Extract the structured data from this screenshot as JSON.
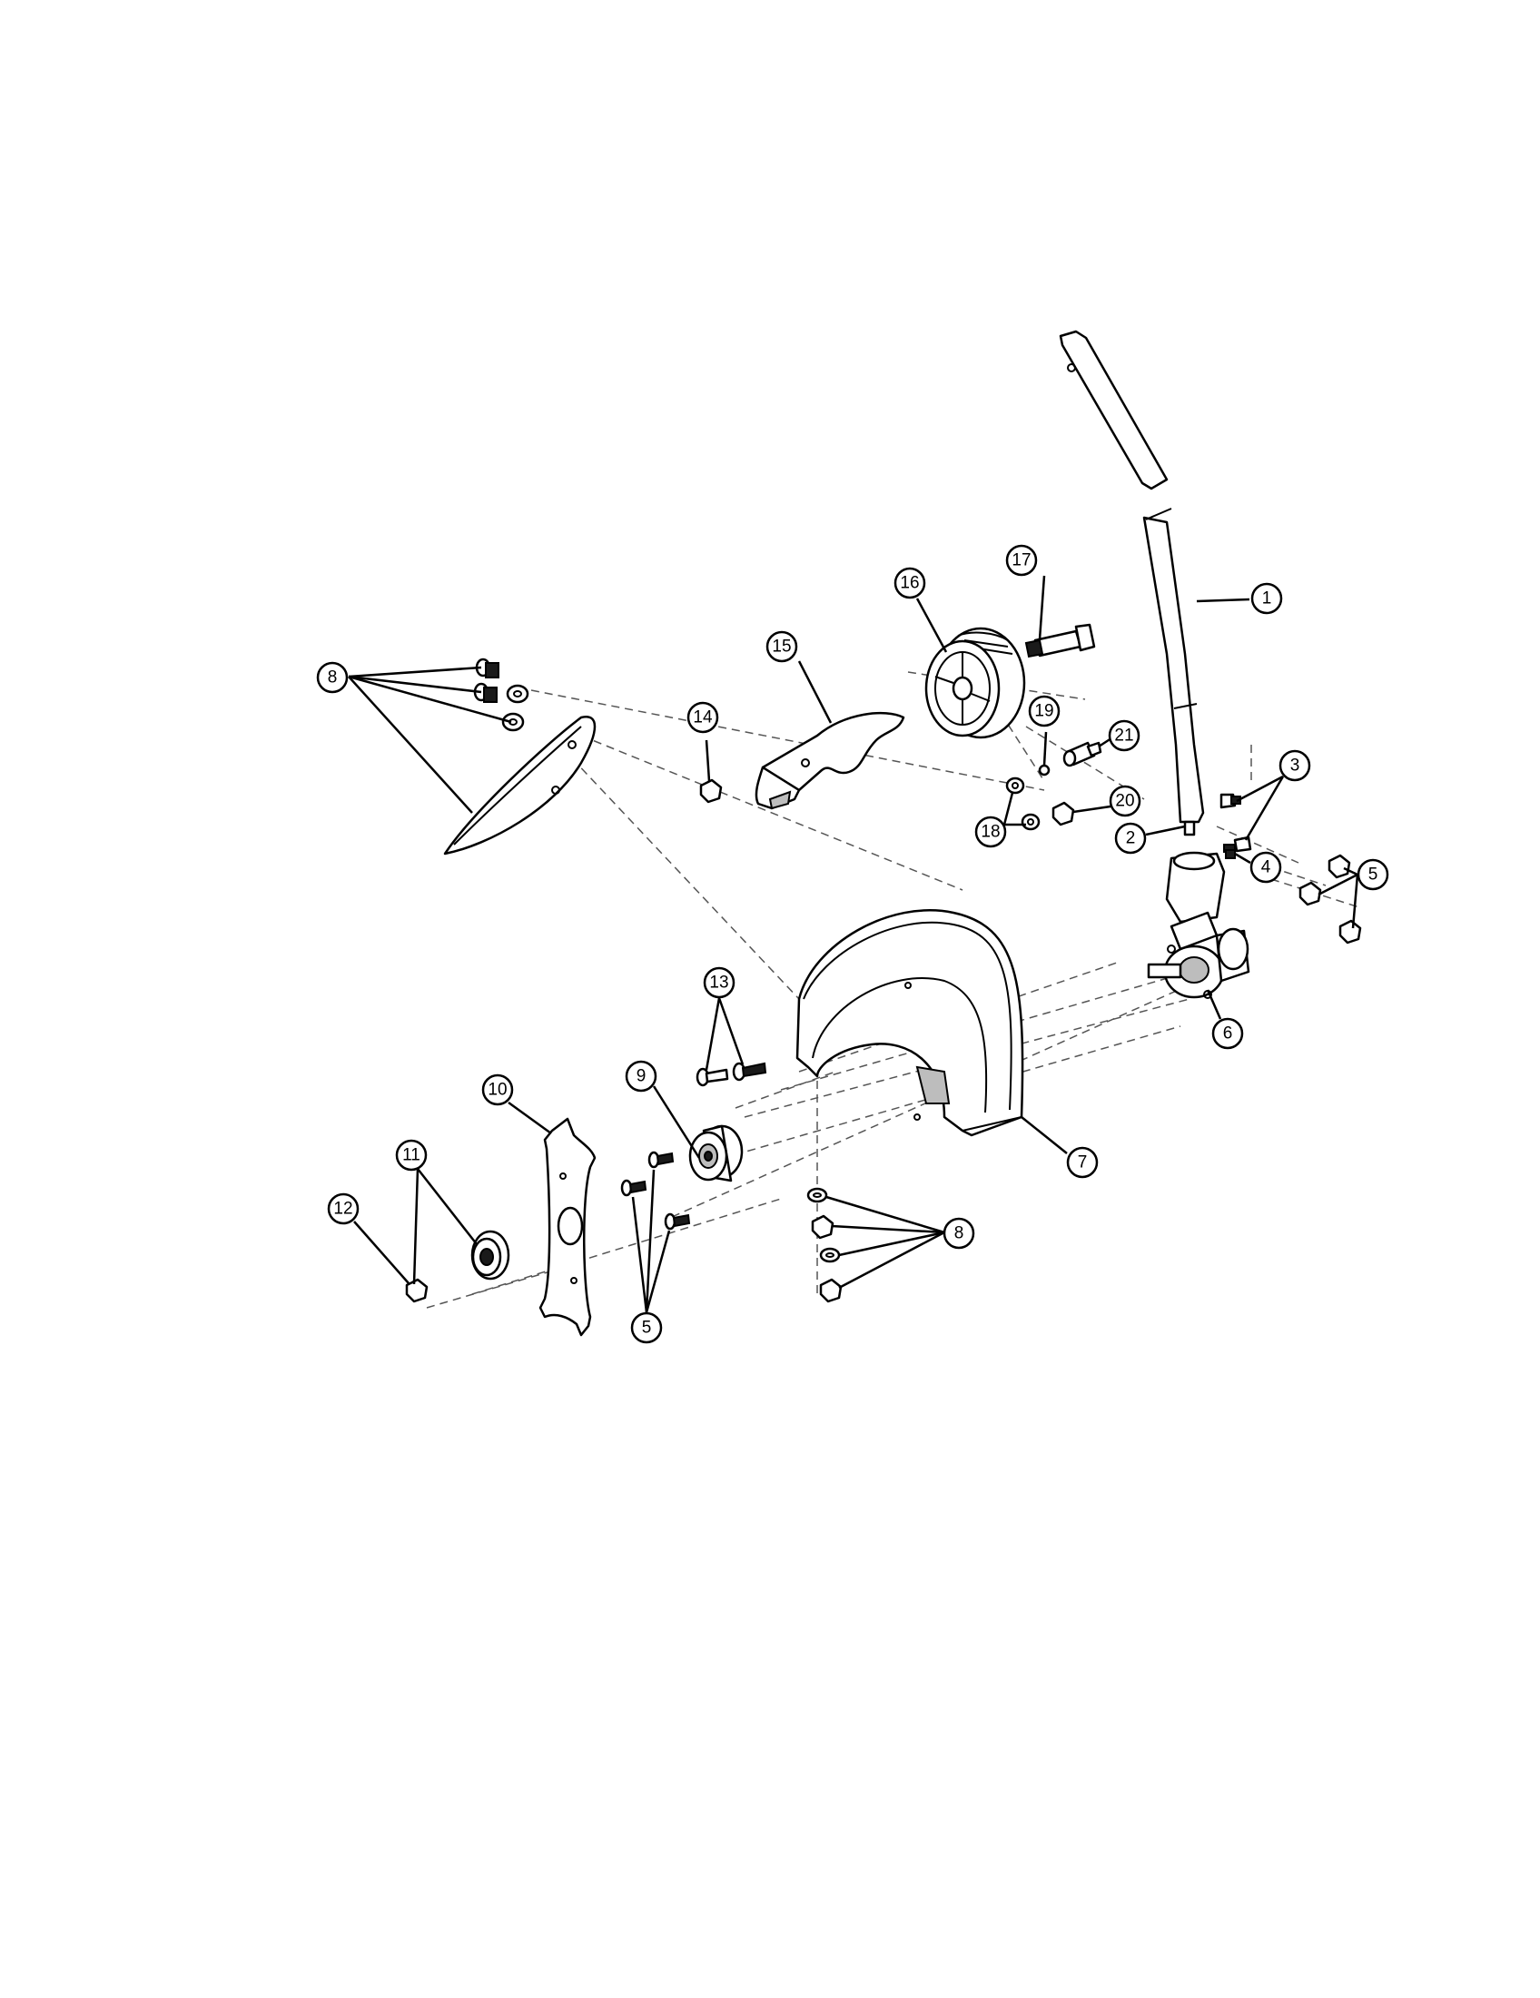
{
  "callouts": [
    {
      "id": "c1",
      "label": "1"
    },
    {
      "id": "c2",
      "label": "2"
    },
    {
      "id": "c3",
      "label": "3"
    },
    {
      "id": "c4",
      "label": "4"
    },
    {
      "id": "c5a",
      "label": "5"
    },
    {
      "id": "c5b",
      "label": "5"
    },
    {
      "id": "c6",
      "label": "6"
    },
    {
      "id": "c7",
      "label": "7"
    },
    {
      "id": "c8a",
      "label": "8"
    },
    {
      "id": "c8b",
      "label": "8"
    },
    {
      "id": "c9",
      "label": "9"
    },
    {
      "id": "c10",
      "label": "10"
    },
    {
      "id": "c11",
      "label": "11"
    },
    {
      "id": "c12",
      "label": "12"
    },
    {
      "id": "c13",
      "label": "13"
    },
    {
      "id": "c14",
      "label": "14"
    },
    {
      "id": "c15",
      "label": "15"
    },
    {
      "id": "c16",
      "label": "16"
    },
    {
      "id": "c17",
      "label": "17"
    },
    {
      "id": "c18",
      "label": "18"
    },
    {
      "id": "c19",
      "label": "19"
    },
    {
      "id": "c20",
      "label": "20"
    },
    {
      "id": "c21",
      "label": "21"
    }
  ]
}
